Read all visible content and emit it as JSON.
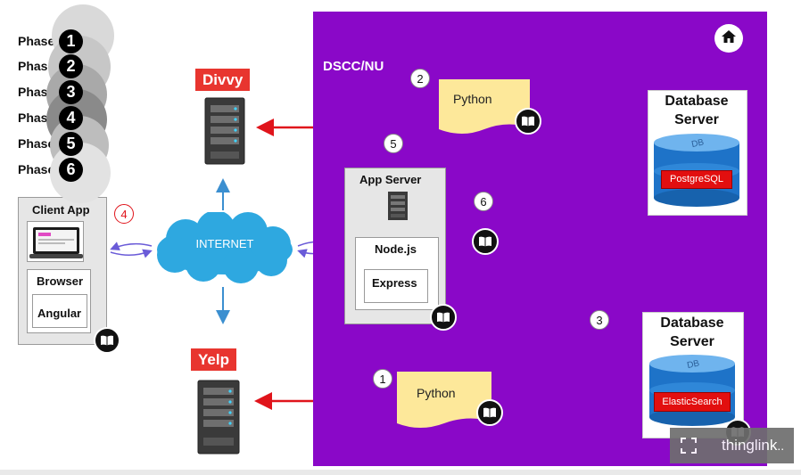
{
  "phases": [
    {
      "label": "Phase",
      "number": "1"
    },
    {
      "label": "Phase",
      "number": "2"
    },
    {
      "label": "Phase",
      "number": "3"
    },
    {
      "label": "Phase",
      "number": "4"
    },
    {
      "label": "Phase",
      "number": "5"
    },
    {
      "label": "Phase",
      "number": "6"
    }
  ],
  "region": {
    "label": "DSCC/NU",
    "color": "#8a08c8"
  },
  "servers": {
    "divvy": {
      "label": "Divvy"
    },
    "yelp": {
      "label": "Yelp"
    }
  },
  "internet": {
    "label": "INTERNET"
  },
  "client_app": {
    "title": "Client App",
    "browser": "Browser",
    "framework": "Angular",
    "marker": "4"
  },
  "app_server": {
    "title": "App Server",
    "runtime": "Node.js",
    "framework": "Express"
  },
  "python_docs": [
    {
      "label": "Python",
      "marker": "2"
    },
    {
      "label": "Python",
      "marker": "1"
    }
  ],
  "markers": {
    "five": "5",
    "six": "6",
    "three": "3"
  },
  "databases": [
    {
      "title_line1": "Database",
      "title_line2": "Server",
      "engine": "PostgreSQL"
    },
    {
      "title_line1": "Database",
      "title_line2": "Server",
      "engine": "ElasticSearch"
    }
  ],
  "thinglink": {
    "brand": "thinglink"
  },
  "colors": {
    "arrow": "#e0141b",
    "region": "#8a08c8",
    "internet": "#2ea8e0",
    "label_red": "#e8352f"
  },
  "icons": [
    "home-icon",
    "book-icon",
    "server-icon",
    "fullscreen-icon"
  ]
}
